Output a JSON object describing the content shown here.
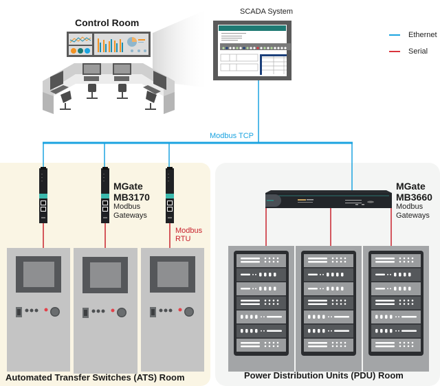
{
  "control_room": {
    "title": "Control Room"
  },
  "scada": {
    "title": "SCADA System"
  },
  "legend": {
    "items": [
      {
        "label": "Ethernet",
        "color": "#1aa3e0"
      },
      {
        "label": "Serial",
        "color": "#d9343c"
      }
    ]
  },
  "network": {
    "protocol_label": "Modbus TCP",
    "ethernet_color": "#1aa3e0",
    "serial_color": "#c8202c"
  },
  "ats_room": {
    "title": "Automated Transfer Switches (ATS) Room",
    "gateway": {
      "name_line1": "MGate",
      "name_line2": "MB3170",
      "desc_line1": "Modbus",
      "desc_line2": "Gateways"
    },
    "serial_label_line1": "Modbus",
    "serial_label_line2": "RTU",
    "cabinet_count": 3
  },
  "pdu_room": {
    "title": "Power Distribution Units (PDU) Room",
    "gateway": {
      "name_line1": "MGate",
      "name_line2": "MB3660",
      "desc_line1": "Modbus",
      "desc_line2": "Gateways"
    },
    "rack_count": 3
  }
}
